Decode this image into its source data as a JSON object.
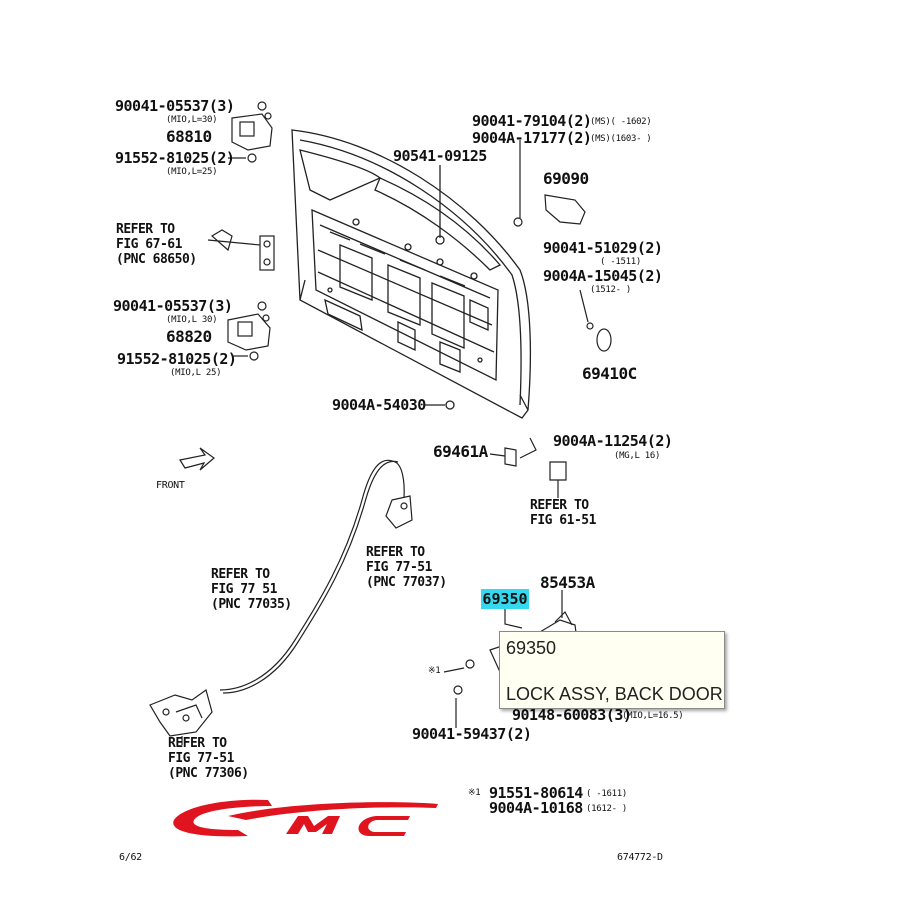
{
  "labels": {
    "l_90041_05537_a": "90041-05537(3)",
    "l_mio_l30_a": "(MIO,L=30)",
    "l_68810": "68810",
    "l_91552_81025_a": "91552-81025(2)",
    "l_mio_l25_a": "(MIO,L=25)",
    "l_refer_67_1": "REFER TO",
    "l_refer_67_2": "FIG 67-61",
    "l_refer_67_3": "(PNC 68650)",
    "l_90041_05537_b": "90041-05537(3)",
    "l_mio_l30_b": "(MIO,L 30)",
    "l_68820": "68820",
    "l_91552_81025_b": "91552-81025(2)",
    "l_mio_l25_b": "(MIO,L 25)",
    "l_90541_09125": "90541-09125",
    "l_90041_79104": "90041-79104(2)",
    "l_90041_79104_note": "(MS)(    -1602)",
    "l_9004a_17177": "9004A-17177(2)",
    "l_9004a_17177_note": "(MS)(1603-    )",
    "l_69090": "69090",
    "l_90041_51029": "90041-51029(2)",
    "l_90041_51029_note": "(    -1511)",
    "l_9004a_15045": "9004A-15045(2)",
    "l_9004a_15045_note": "(1512-    )",
    "l_69410c": "69410C",
    "l_9004a_54030": "9004A-54030",
    "l_69461a": "69461A",
    "l_9004a_11254": "9004A-11254(2)",
    "l_mg_l16": "(MG,L 16)",
    "l_refer_61_1": "REFER TO",
    "l_refer_61_2": "FIG 61-51",
    "l_front": "FRONT",
    "l_refer_77037_1": "REFER TO",
    "l_refer_77037_2": "FIG 77-51",
    "l_refer_77037_3": "(PNC 77037)",
    "l_refer_77035_1": "REFER TO",
    "l_refer_77035_2": "FIG 77 51",
    "l_refer_77035_3": "(PNC 77035)",
    "l_85453a": "85453A",
    "l_69350": "69350",
    "l_x1": "※1",
    "l_90148_60083": "90148-60083(3)",
    "l_90148_60083_note": "(MIO,L=16.5)",
    "l_90041_59437": "90041-59437(2)",
    "l_refer_77306_1": "REFER TO",
    "l_refer_77306_2": "FIG 77-51",
    "l_refer_77306_3": "(PNC 77306)",
    "l_x1b": "※1",
    "l_91551_80614": "91551-80614",
    "l_91551_80614_note": "(    -1611)",
    "l_9004a_10168": "9004A-10168",
    "l_9004a_10168_note": "(1612-    )",
    "l_page": "6/62",
    "l_fig": "674772-D"
  },
  "tooltip": {
    "part_number": "69350",
    "description": "LOCK ASSY, BACK DOOR"
  },
  "logo": {
    "text": "MC",
    "color": "#e0141e"
  },
  "colors": {
    "highlight": "#35d8ee",
    "line": "#222222",
    "tooltip_bg": "#fffff2"
  }
}
